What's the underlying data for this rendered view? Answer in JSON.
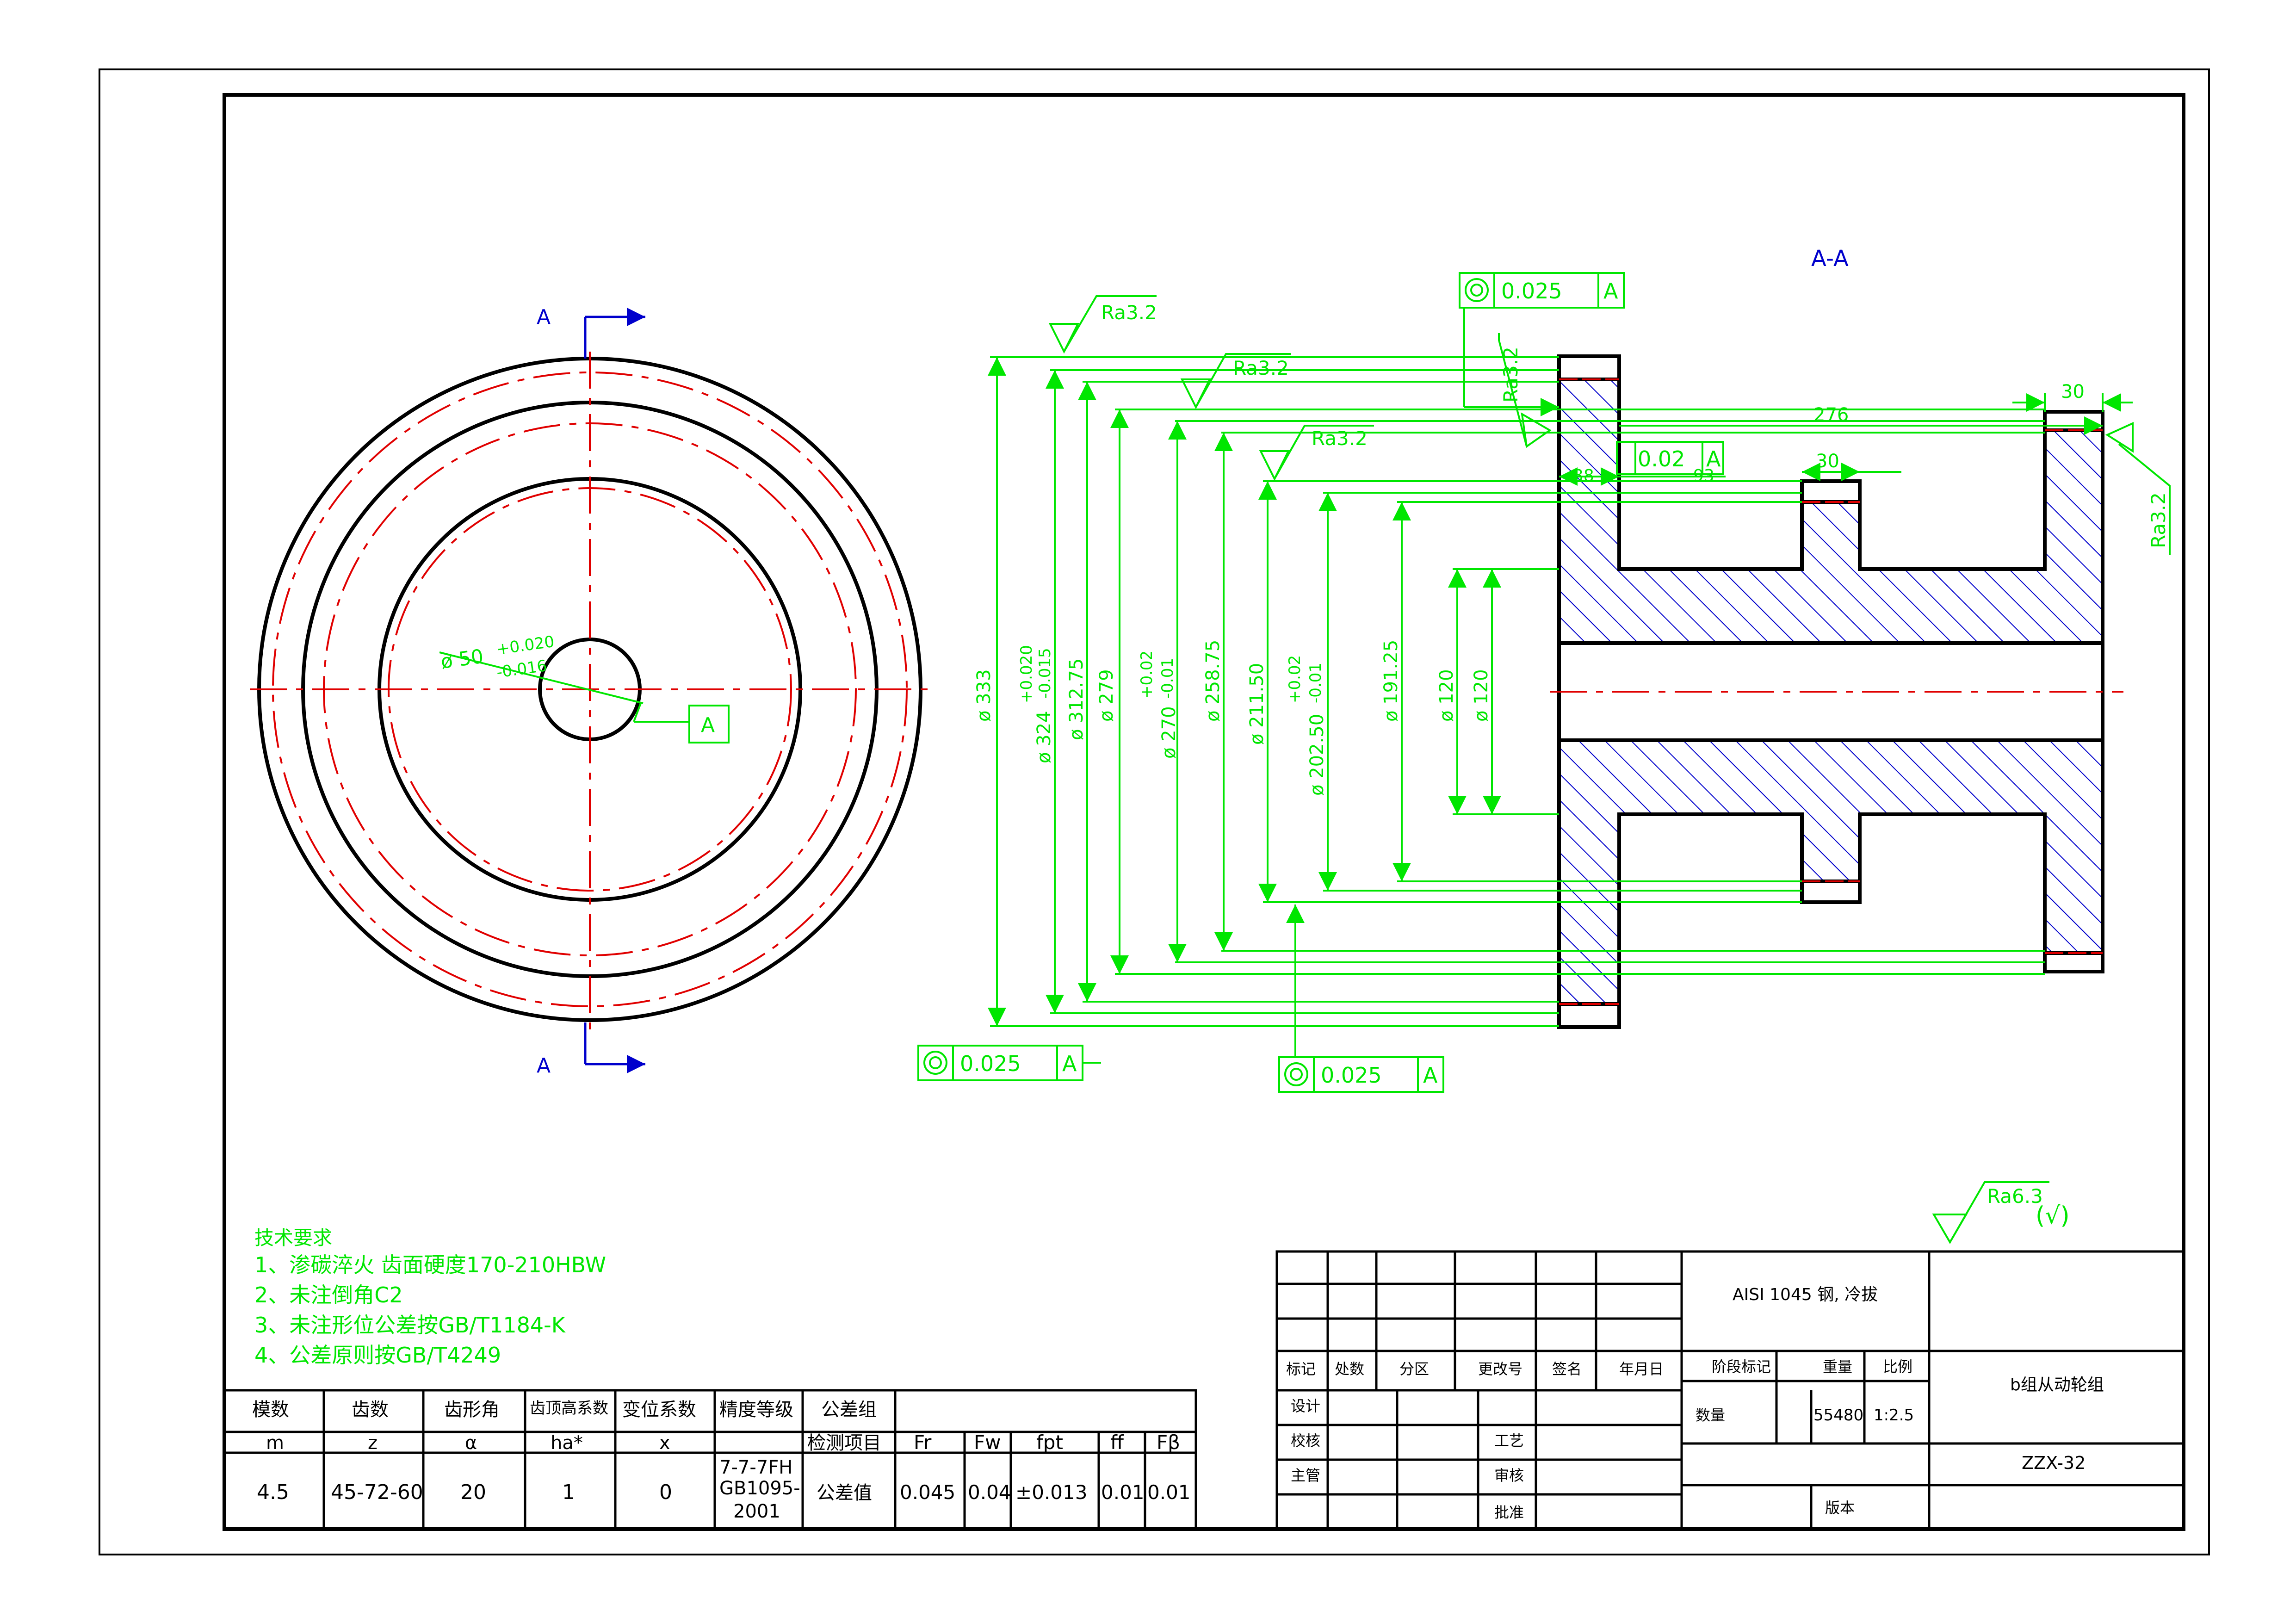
{
  "section_labels": {
    "top": "A",
    "bottom": "A",
    "view_title": "A-A"
  },
  "datum_label": "A",
  "hole_dim": {
    "nominal": "ø 50",
    "upper": "+0.020",
    "lower": "-0.016"
  },
  "roughness": [
    "Ra3.2",
    "Ra3.2",
    "Ra3.2",
    "Ra3.2",
    "Ra3.2"
  ],
  "general_roughness": {
    "value": "Ra6.3",
    "suffix": "(√)"
  },
  "runout_frames": [
    {
      "value": "0.025",
      "datum": "A"
    },
    {
      "value": "0.02",
      "datum": "A"
    },
    {
      "value": "0.025",
      "datum": "A"
    },
    {
      "value": "0.025",
      "datum": "A"
    }
  ],
  "diameters": [
    {
      "nominal": "ø 333"
    },
    {
      "nominal": "ø 324",
      "tol": [
        "+0.020",
        "-0.015"
      ]
    },
    {
      "nominal": "ø 312.75"
    },
    {
      "nominal": "ø 279"
    },
    {
      "nominal": "ø 270",
      "tol": [
        "+0.02",
        "-0.01"
      ]
    },
    {
      "nominal": "ø 258.75"
    },
    {
      "nominal": "ø 211.50"
    },
    {
      "nominal": "ø 202.50",
      "tol": [
        "+0.02",
        "-0.01"
      ]
    },
    {
      "nominal": "ø 191.25"
    },
    {
      "nominal": "ø 120"
    },
    {
      "nominal": "ø 120"
    }
  ],
  "lengths": {
    "overall": "276",
    "right_flange": "30",
    "hub_ring": "30",
    "left_flange": "38",
    "gap": "93"
  },
  "tech_requirements": {
    "title": "技术要求",
    "items": [
      "1、渗碳淬火 齿面硬度170-210HBW",
      "2、未注倒角C2",
      "3、未注形位公差按GB/T1184-K",
      "4、公差原则按GB/T4249"
    ]
  },
  "gear_table": {
    "headers": [
      "模数",
      "齿数",
      "齿形角",
      "齿顶高系数",
      "变位系数",
      "精度等级",
      "公差组"
    ],
    "symbols": [
      "m",
      "z",
      "α",
      "ha*",
      "x"
    ],
    "inspection_label": "检测项目",
    "tolerance_label": "公差值",
    "values": [
      "4.5",
      "45-72-60",
      "20",
      "1",
      "0"
    ],
    "precision": [
      "7-7-7FH",
      "GB1095-",
      "2001"
    ],
    "items": [
      {
        "name": "Fr",
        "value": "0.045"
      },
      {
        "name": "Fw",
        "value": "0.04"
      },
      {
        "name": "fpt",
        "value": "±0.013"
      },
      {
        "name": "ff",
        "value": "0.01"
      },
      {
        "name": "Fβ",
        "value": "0.01"
      }
    ]
  },
  "title_block": {
    "material": "AISI 1045 钢, 冷拔",
    "rev_headers": [
      "标记",
      "处数",
      "分区",
      "更改号",
      "签名",
      "年月日"
    ],
    "roles": [
      "设计",
      "校核",
      "主管"
    ],
    "roles_right": [
      "工艺",
      "审核",
      "批准"
    ],
    "stage_label": "阶段标记",
    "weight_label": "重量",
    "scale_label": "比例",
    "qty_label": "数量",
    "weight_value": "55480",
    "scale_value": "1:2.5",
    "part_name": "b组从动轮组",
    "drawing_no": "ZZX-32",
    "version_label": "版本"
  }
}
